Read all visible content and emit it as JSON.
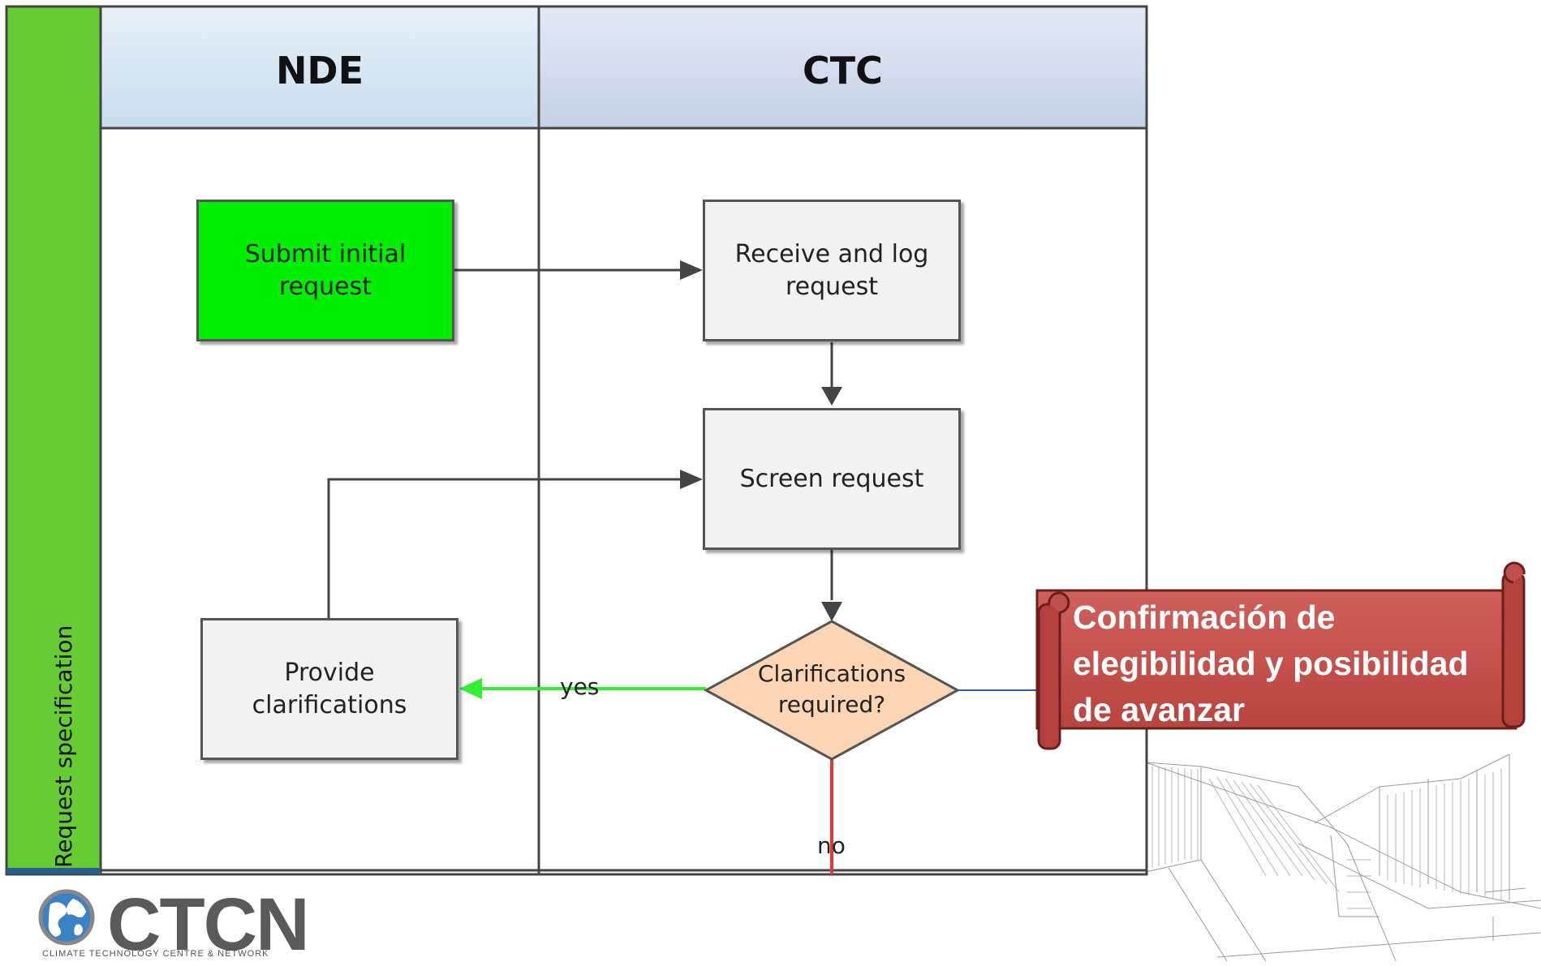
{
  "lanes": {
    "swimlane_label": "Request specification",
    "left_title": "NDE",
    "right_title": "CTC"
  },
  "nodes": {
    "submit": "Submit initial request",
    "receive": "Receive and log request",
    "screen": "Screen request",
    "clarifications": "Clarifications required?",
    "provide": "Provide clarifications"
  },
  "edges": {
    "yes_label": "yes",
    "no_label": "no"
  },
  "callout": {
    "text": "Confirmación de elegibilidad y posibilidad de avanzar"
  },
  "logo": {
    "name": "CTCN",
    "subtitle": "CLIMATE TECHNOLOGY CENTRE & NETWORK"
  },
  "colors": {
    "swimlane_green": "#66cc33",
    "submit_fill": "#00ee00",
    "process_fill": "#f2f2f2",
    "decision_fill": "#fcd5b4",
    "yes_arrow": "#33ee33",
    "no_arrow": "#ee3333",
    "callout_red": "#c0504d",
    "left_header": "#d3e4f1",
    "right_header": "#d0d9ec"
  }
}
